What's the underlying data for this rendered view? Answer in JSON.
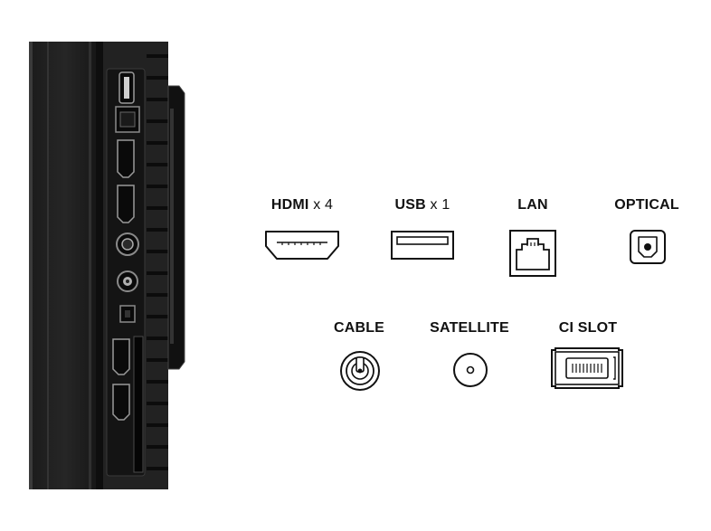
{
  "ports_row1": [
    {
      "name": "HDMI",
      "count": "x 4",
      "icon": "hdmi-port-icon"
    },
    {
      "name": "USB",
      "count": "x 1",
      "icon": "usb-port-icon"
    },
    {
      "name": "LAN",
      "count": "",
      "icon": "ethernet-port-icon"
    },
    {
      "name": "OPTICAL",
      "count": "",
      "icon": "optical-port-icon"
    }
  ],
  "ports_row2": [
    {
      "name": "CABLE",
      "count": "",
      "icon": "coaxial-cable-port-icon"
    },
    {
      "name": "SATELLITE",
      "count": "",
      "icon": "satellite-port-icon"
    },
    {
      "name": "CI SLOT",
      "count": "",
      "icon": "ci-slot-icon"
    }
  ],
  "colors": {
    "panel": "#1c1c1c",
    "icon_stroke": "#111111",
    "background": "#ffffff"
  }
}
